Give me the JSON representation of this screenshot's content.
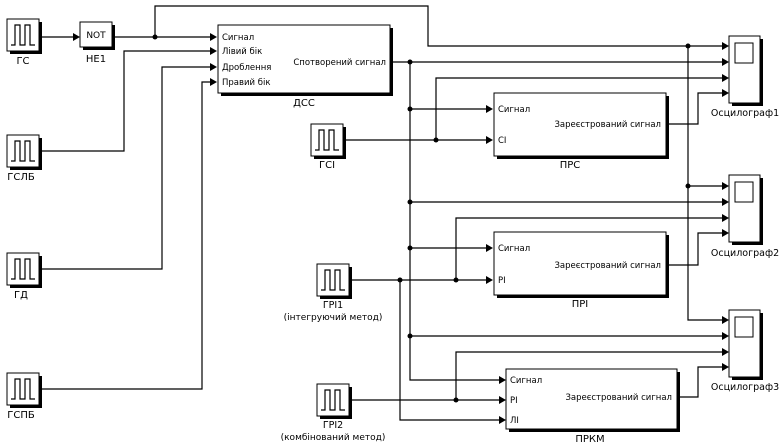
{
  "blocks": {
    "gs": {
      "name": "ГС"
    },
    "not_block": {
      "text": "NOT",
      "name": "НЕ1"
    },
    "gslb": {
      "name": "ГСЛБ"
    },
    "gd": {
      "name": "ГД"
    },
    "gspb": {
      "name": "ГСПБ"
    },
    "dss": {
      "name": "ДСС",
      "inputs": [
        "Сигнал",
        "Лівий бік",
        "Дроблення",
        "Правий бік"
      ],
      "output": "Спотворений сигнал"
    },
    "gsi": {
      "name": "ГСІ"
    },
    "gri1": {
      "name": "ГРІ1",
      "subtitle": "(інтегруючий метод)"
    },
    "gri2": {
      "name": "ГРІ2",
      "subtitle": "(комбінований метод)"
    },
    "prs": {
      "name": "ПРС",
      "inputs": [
        "Сигнал",
        "СІ"
      ],
      "output": "Зареєстрований сигнал"
    },
    "pri": {
      "name": "ПРІ",
      "inputs": [
        "Сигнал",
        "РІ"
      ],
      "output": "Зареєстрований сигнал"
    },
    "prkm": {
      "name": "ПРКМ",
      "inputs": [
        "Сигнал",
        "РІ",
        "ЛІ"
      ],
      "output": "Зареєстрований сигнал"
    },
    "osc1": {
      "name": "Осцилограф1"
    },
    "osc2": {
      "name": "Осцилограф2"
    },
    "osc3": {
      "name": "Осцилограф3"
    }
  },
  "colors": {
    "line": "#000000",
    "background": "#ffffff"
  }
}
